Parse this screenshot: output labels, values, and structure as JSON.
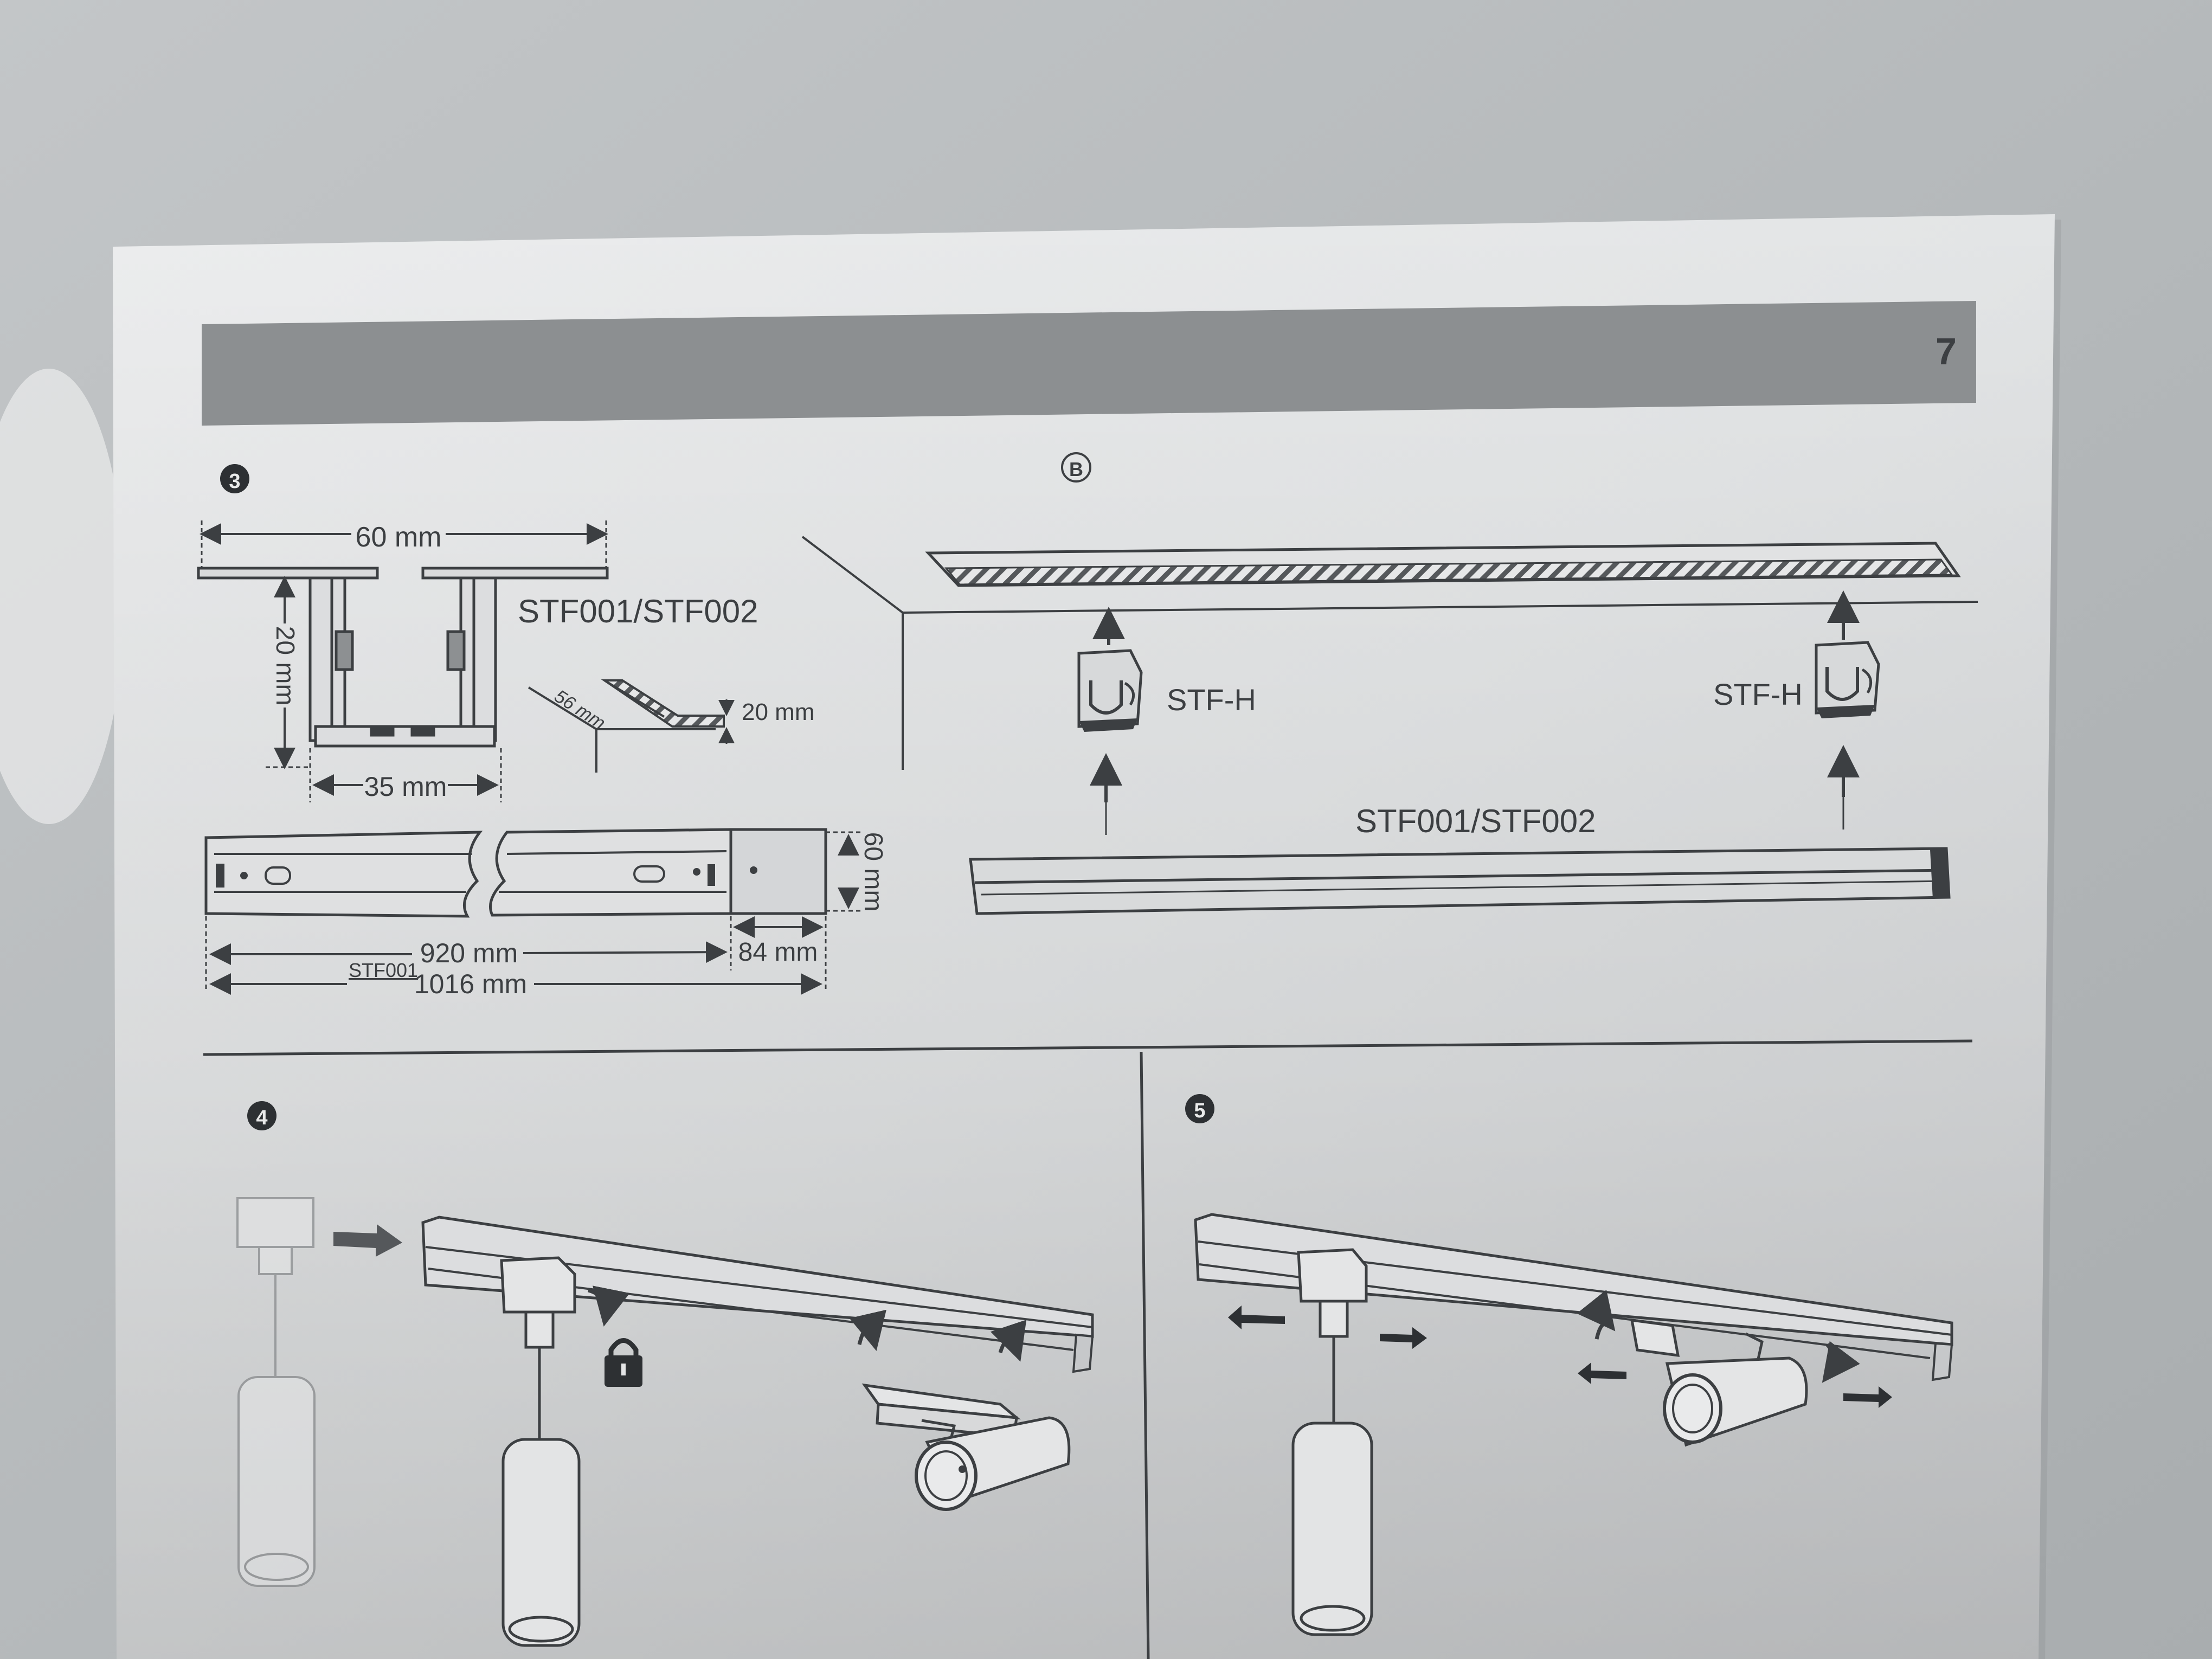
{
  "header": {
    "page_number": "7"
  },
  "section3": {
    "step_badge": "3",
    "profile": {
      "width_label": "60 mm",
      "height_label": "20 mm",
      "inner_width_label": "35 mm",
      "model_label": "STF001/STF002"
    },
    "cutout": {
      "width_label": "56 mm",
      "depth_label": "20 mm"
    },
    "side_view": {
      "height_label": "60 mm",
      "length_label": "920 mm",
      "end_cap_label": "84 mm",
      "model_label": "STF001",
      "total_length_label": "1016 mm"
    }
  },
  "sectionB": {
    "step_badge": "B",
    "bracket_left_label": "STF-H",
    "bracket_right_label": "STF-H",
    "track_label": "STF001/STF002"
  },
  "section4": {
    "step_badge": "4"
  },
  "section5": {
    "step_badge": "5"
  }
}
